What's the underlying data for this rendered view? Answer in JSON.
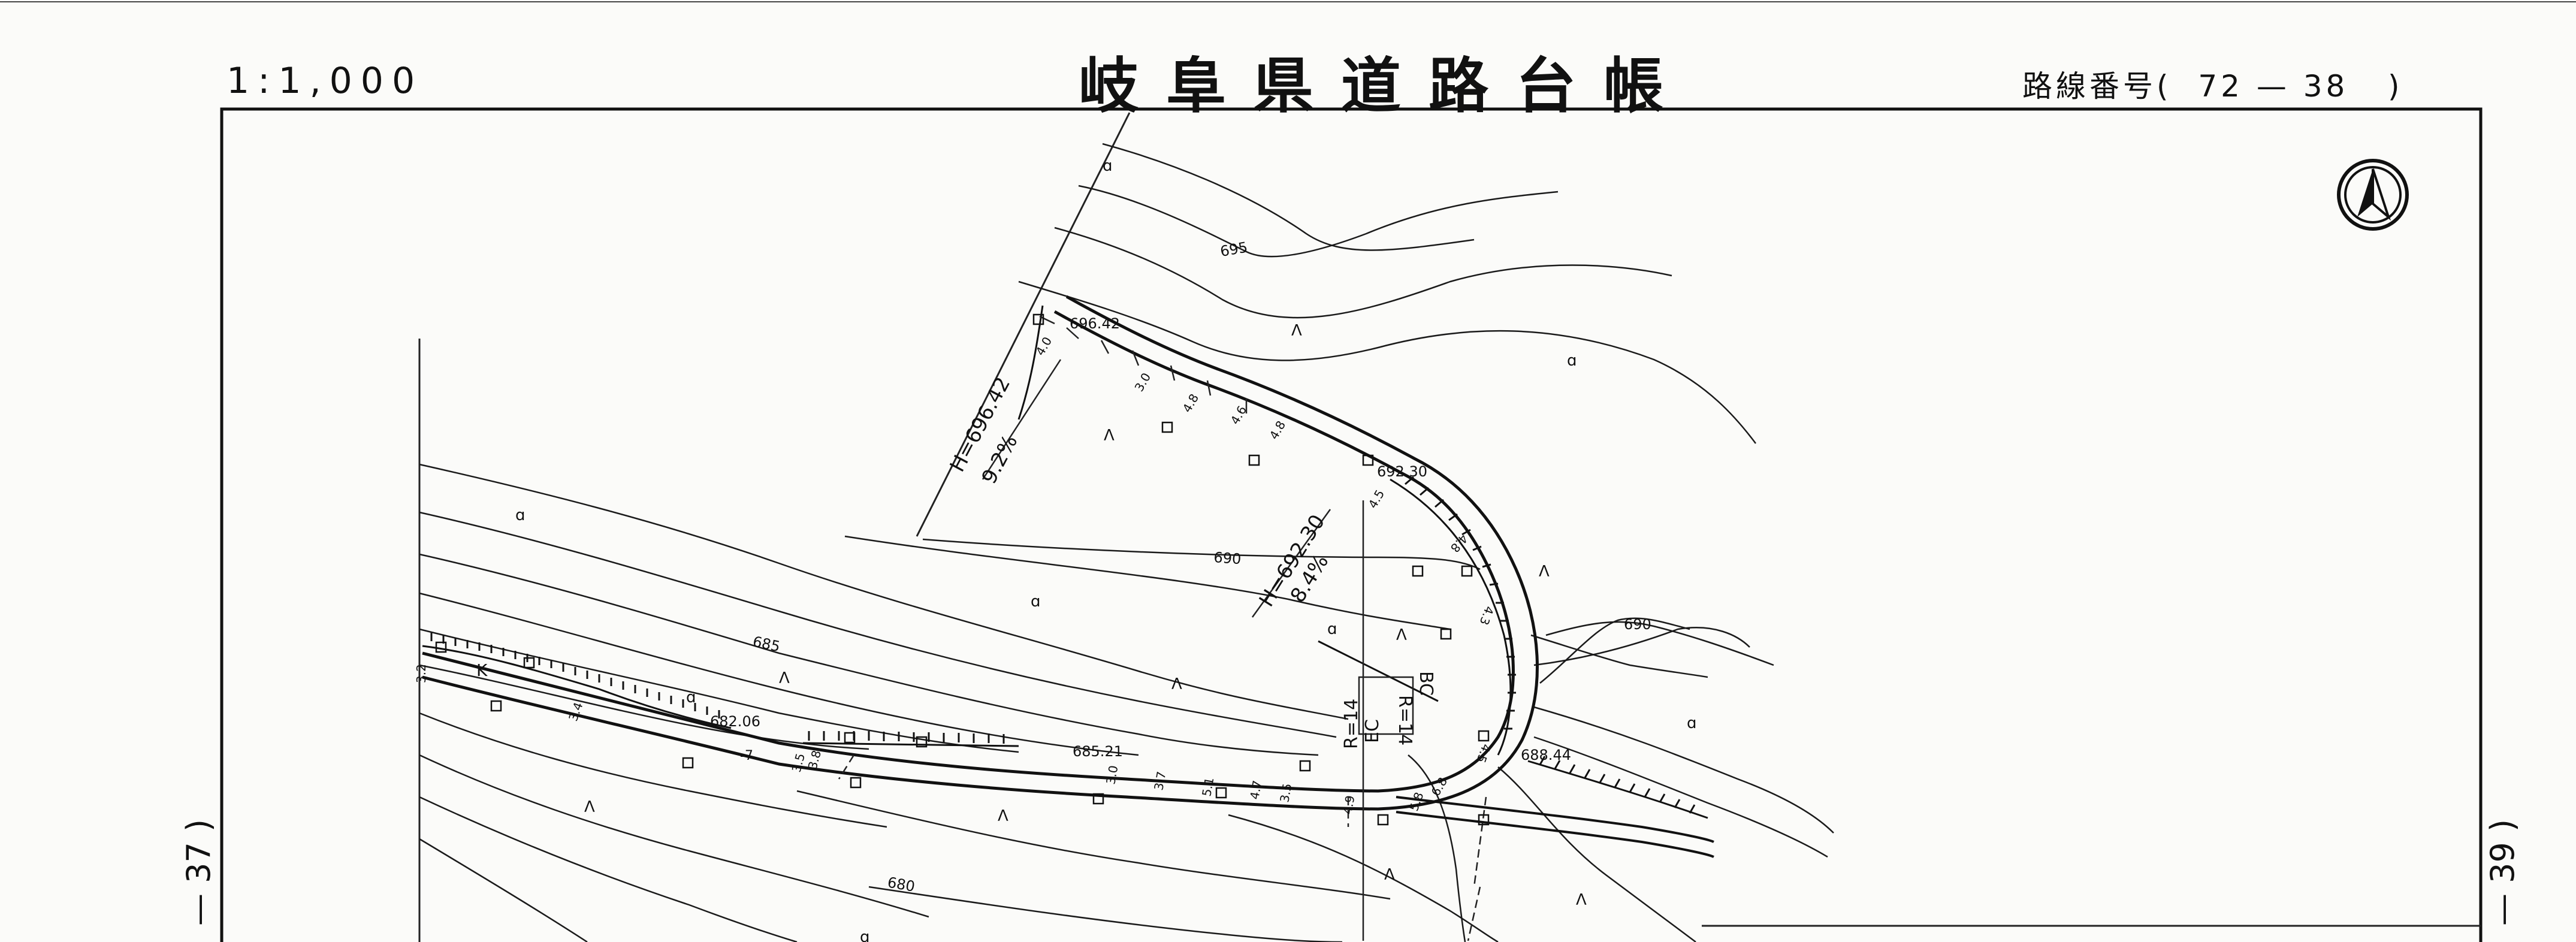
{
  "header": {
    "scale": "1:1,000",
    "title": "岐阜県道路台帳",
    "route_label": "路線番号(",
    "route_number": "72 — 38",
    "route_close": ")"
  },
  "adjacent_sheets": {
    "left": "— 37 )",
    "right": "— 39 )"
  },
  "north_arrow": {
    "icon": "north-arrow-icon"
  },
  "contours": [
    "695",
    "690",
    "690",
    "685",
    "680"
  ],
  "elevations": [
    "696.42",
    "692.30",
    "682.06",
    "685.21",
    "688.44"
  ],
  "gradients": [
    {
      "h": "H=696.42",
      "pct": "9.2%"
    },
    {
      "h": "H=692.30",
      "pct": "8.4%"
    }
  ],
  "curves": {
    "r1": "R=14",
    "ec": "EC",
    "r2": "R=14",
    "bc": "BC"
  },
  "widths": [
    "3.2",
    "3.4",
    "3.5",
    "3.8",
    "3.0",
    "3.7",
    "5.1",
    "4.7",
    "3.5",
    "4.9",
    "5.8",
    "6.8",
    "4.5",
    "4.3",
    "4.8",
    "4.5",
    "4.8",
    "4.6",
    "4.8",
    "3.0",
    "4.0"
  ],
  "symbols": {
    "grass": "ɑ",
    "field": "Λ",
    "wall": "K",
    "ditch": "-7"
  }
}
